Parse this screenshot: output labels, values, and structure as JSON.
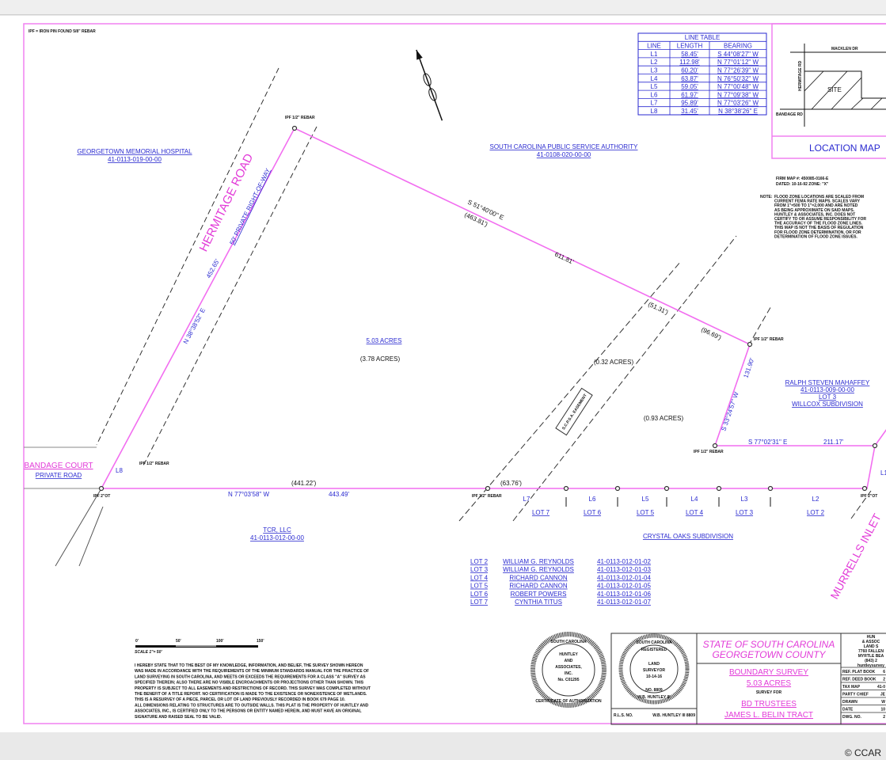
{
  "legend_note": "IPF = IRON PIN FOUND 5/8\" REBAR",
  "line_table": {
    "title": "LINE TABLE",
    "headers": [
      "LINE",
      "LENGTH",
      "BEARING"
    ],
    "rows": [
      [
        "L1",
        "58.45'",
        "S 44°08'27\" W"
      ],
      [
        "L2",
        "112.98'",
        "N 77°01'12\" W"
      ],
      [
        "L3",
        "60.20'",
        "N 77°26'39\" W"
      ],
      [
        "L4",
        "63.87'",
        "N 76°50'32\" W"
      ],
      [
        "L5",
        "59.05'",
        "N 77°00'48\" W"
      ],
      [
        "L6",
        "61.97'",
        "N 77°09'38\" W"
      ],
      [
        "L7",
        "95.89'",
        "N 77°03'26\" W"
      ],
      [
        "L8",
        "31.45'",
        "N 38°38'26\" E"
      ]
    ]
  },
  "location_map": {
    "title": "LOCATION MAP",
    "site": "SITE",
    "road_top": "MACKLEN DR",
    "road_bottom": "BANDAGE RD",
    "road_side": "HERMITAGE RD"
  },
  "flood": {
    "firm": "FIRM MAP #:  450085-0166-E",
    "dated": "DATED:  10-16-92   ZONE: \"X\"",
    "note_label": "NOTE:",
    "note_lines": [
      "FLOOD ZONE LOCATIONS ARE SCALED FROM",
      "CURRENT FEMA RATE MAPS.  SCALES VARY",
      "FROM 1\"=500 TO 1\"=2,000 AND ARE NOTED",
      "AS BEING APPROXIMATE ON SAID MAPS.",
      "HUNTLEY & ASSOCIATES, INC. DOES NOT",
      "CERTIFY TO OR ASSUME RESPONSIBILITY FOR",
      "THE ACCURACY OF THE FLOOD ZONE LINES.",
      "THIS MAP IS NOT THE BASIS OF REGULATION",
      "FOR FLOOD ZONE DETERMINATION, OR FOR",
      "DETERMINATION OF FLOOD ZONE ISSUES."
    ]
  },
  "parcels": {
    "hospital": {
      "name": "GEORGETOWN MEMORIAL HOSPITAL",
      "id": "41-0113-019-00-00"
    },
    "scpsa": {
      "name": "SOUTH CAROLINA PUBLIC SERVICE AUTHORITY",
      "id": "41-0108-020-00-00"
    },
    "mahaffey": {
      "name": "RALPH STEVEN MAHAFFEY",
      "id": "41-0113-009-00-00",
      "lot": "LOT 3",
      "sub": "WILLCOX SUBDIVISION"
    },
    "tcr": {
      "name": "TCR, LLC",
      "id": "41-0113-012-00-00"
    },
    "crystal": "CRYSTAL OAKS SUBDIVISION"
  },
  "roads": {
    "hermitage": "HERMITAGE ROAD",
    "hermitage_row": "50' PRIVATE RIGHT-OF-WAY",
    "bandage": "BANDAGE COURT",
    "bandage_sub": "PRIVATE ROAD",
    "murrells": "MURRELLS INLET"
  },
  "areas": {
    "main": "5.03 ACRES",
    "sub1": "(3.78 ACRES)",
    "sub2": "(0.32 ACRES)",
    "sub3": "(0.93 ACRES)",
    "easement": "S.C.P.S.A. EASEMENT"
  },
  "dims": {
    "ne_bearing": "S 51°40'00\" E",
    "ne_rec": "(463.81')",
    "ne_len": "611.81'",
    "ne_seg1": "(51.31')",
    "ne_seg2": "(96.69')",
    "w_bearing": "N 38°38'52\" E",
    "w_len": "452.65'",
    "e_bearing": "S 33°24'57\" W",
    "e_len": "131.90'",
    "e2_bearing": "S 77°02'31\" E",
    "e2_len": "211.17'",
    "s_rec": "(441.22')",
    "s_bearing": "N 77°03'58\" W",
    "s_len": "443.49'",
    "s_seg": "(63.76')",
    "l8": "L8",
    "l1": "L1"
  },
  "pins": {
    "ipf_half": "IPF 1/2\" REBAR",
    "ipf_ot": "IPF 2\"OT"
  },
  "lots_along": [
    {
      "line": "L7",
      "lot": "LOT 7"
    },
    {
      "line": "L6",
      "lot": "LOT 6"
    },
    {
      "line": "L5",
      "lot": "LOT 5"
    },
    {
      "line": "L4",
      "lot": "LOT 4"
    },
    {
      "line": "L3",
      "lot": "LOT 3"
    },
    {
      "line": "L2",
      "lot": "LOT 2"
    }
  ],
  "lot_owners": [
    [
      "LOT 2",
      "WILLIAM G. REYNOLDS",
      "41-0113-012-01-02"
    ],
    [
      "LOT 3",
      "WILLIAM G. REYNOLDS",
      "41-0113-012-01-03"
    ],
    [
      "LOT 4",
      "RICHARD CANNON",
      "41-0113-012-01-04"
    ],
    [
      "LOT 5",
      "RICHARD CANNON",
      "41-0113-012-01-05"
    ],
    [
      "LOT 6",
      "ROBERT POWERS",
      "41-0113-012-01-06"
    ],
    [
      "LOT 7",
      "CYNTHIA TITUS",
      "41-0113-012-01-07"
    ]
  ],
  "scale": {
    "ticks": [
      "0'",
      "50'",
      "100'",
      "150'"
    ],
    "label": "SCALE 1\"= 50'"
  },
  "certification": [
    "I HEREBY STATE THAT TO THE BEST OF MY KNOWLEDGE, INFORMATION, AND BELIEF, THE SURVEY SHOWN HEREON",
    "WAS MADE IN ACCORDANCE WITH THE REQUIREMENTS OF THE MINIMUM STANDARDS MANUAL FOR THE PRACTICE OF",
    "LAND SURVEYING IN SOUTH CAROLINA, AND MEETS OR EXCEEDS THE REQUIREMENTS FOR A CLASS \"A\" SURVEY AS",
    "SPECIFIED THEREIN; ALSO THERE ARE NO VISIBLE ENCROACHMENTS OR PROJECTIONS OTHER THAN SHOWN.  THIS",
    "PROPERTY IS SUBJECT TO ALL EASEMENTS AND RESTRICTIONS OF RECORD.  THIS SURVEY WAS COMPLETED WITHOUT",
    "THE BENEFIT OF A TITLE REPORT.  NO CERTIFICATION IS MADE TO THE EXISTENCE OR NONEXISTENCE OF WETLANDS.",
    "THIS IS A RESURVEY OF A PIECE, PARCEL OR LOT OF LAND PREVIOUSLY RECORDED IN BOOK 679 PAGE 10.",
    "ALL DIMENSIONS RELATING TO STRUCTURES ARE TO OUTSIDE WALLS.  THIS PLAT IS THE PROPERTY OF HUNTLEY AND",
    "ASSOCIATES, INC., IS CERTIFIED ONLY TO THE PERSONS OR ENTITY NAMED HEREIN, AND MUST HAVE AN ORIGINAL",
    "SIGNATURE AND RAISED SEAL TO BE VALID."
  ],
  "seal_company": {
    "ring_top": "SOUTH CAROLINA",
    "ring_bottom": "CERTIFICATE OF AUTHORIZATION",
    "lines": [
      "HUNTLEY",
      "AND",
      "ASSOCIATES,",
      "INC.",
      "No. C01295"
    ]
  },
  "seal_surveyor": {
    "ring_top": "SOUTH CAROLINA",
    "ring_mid": "REGISTERED",
    "lines": [
      "LAND",
      "SURVEYOR",
      "10-14-16"
    ],
    "ring_bottom": "W.B. HUNTLEY III",
    "no": "NO. 8809",
    "rls_label": "R.L.S. NO.",
    "rls_value": "W.B. HUNTLEY III 8809"
  },
  "title_block": {
    "state": "STATE OF SOUTH CAROLINA",
    "county": "GEORGETOWN COUNTY",
    "survey": "BOUNDARY SURVEY",
    "acres": "5.03 ACRES",
    "for": "SURVEY FOR",
    "client": "BD TRUSTEES",
    "tract": "JAMES L. BELIN TRACT",
    "company_lines": [
      "HUN",
      "& ASSOC",
      "LAND S",
      "7760 FALLEN",
      "MYRTLE BEA",
      "(843) 2",
      "huntleysurvey"
    ],
    "fields": [
      [
        "REF. PLAT BOOK",
        "6"
      ],
      [
        "REF. DEED BOOK",
        "2"
      ],
      [
        "TAX MAP",
        "41-0"
      ],
      [
        "PARTY CHIEF",
        "JE"
      ],
      [
        "DRAWN",
        "W"
      ],
      [
        "DATE",
        "10"
      ],
      [
        "DWG. NO.",
        "2"
      ]
    ]
  },
  "credit": "© CCAR",
  "colors": {
    "boundary": "#f26ef0",
    "blue_text": "#2a2ad0",
    "pink_text": "#e23ad8"
  }
}
